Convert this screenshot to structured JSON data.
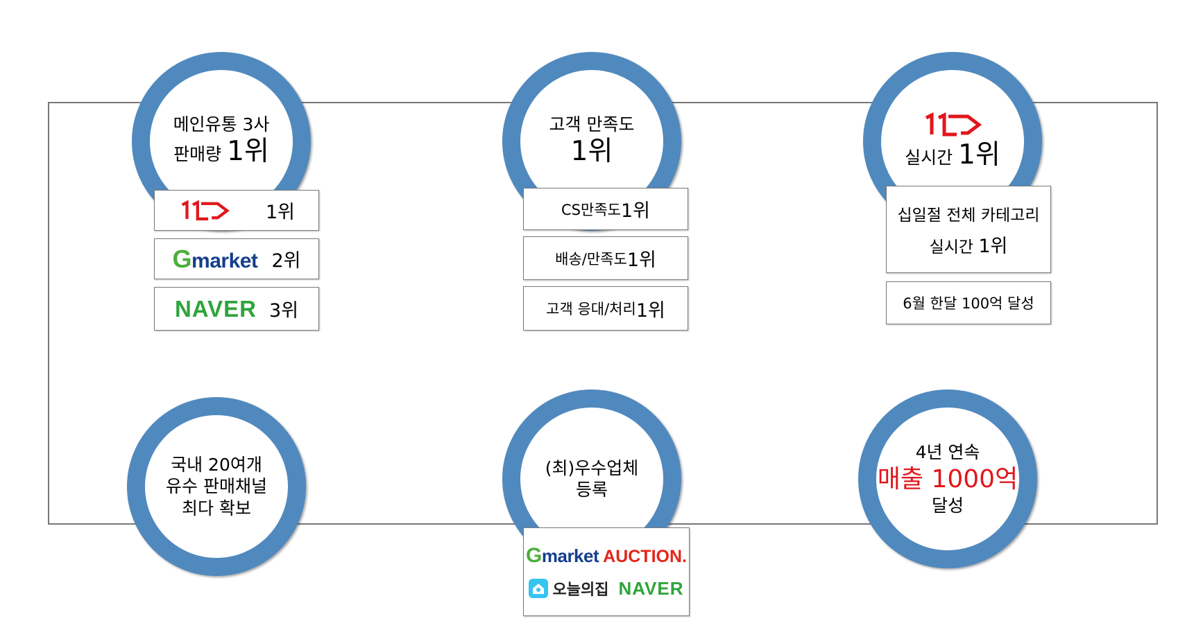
{
  "circles": {
    "c1": {
      "line1": "메인유통 3사",
      "line2a": "판매량 ",
      "line2b": "1위"
    },
    "c2": {
      "line1": "고객 만족도",
      "line2": "1위"
    },
    "c3": {
      "logo": "11st-logo",
      "line2a": "실시간 ",
      "line2b": "1위"
    },
    "c4": {
      "line1": "국내 20여개",
      "line2": "유수 판매채널",
      "line3": "최다 확보"
    },
    "c5": {
      "line1": "(최)우수업체",
      "line2": "등록"
    },
    "c6": {
      "line1": "4년 연속",
      "line2": "매출 1000억",
      "line3": "달성"
    }
  },
  "rank_boxes": [
    {
      "logo": "11st-logo",
      "rank": "1위"
    },
    {
      "logo_text": "Gmarket",
      "rank": "2위"
    },
    {
      "logo_text": "NAVER",
      "rank": "3위"
    }
  ],
  "cs_boxes": [
    {
      "label": "CS만족도 ",
      "rank": "1위"
    },
    {
      "label": "배송/만족도 ",
      "rank": "1위"
    },
    {
      "label": "고객 응대/처리 ",
      "rank": "1위"
    }
  ],
  "realtime_box": {
    "line1": "십일절 전체 카테고리",
    "line2a": "실시간 ",
    "line2b": "1위"
  },
  "sales_box": {
    "label": "6월 한달 100억 달성"
  },
  "partner_logos": {
    "gmarket": "Gmarket",
    "auction": "AUCTION.",
    "ohouse": "오늘의집",
    "naver": "NAVER"
  },
  "colors": {
    "ring": "#5089be",
    "red": "#e1161c",
    "naver_green": "#2ea43b",
    "gmarket_blue": "#153e8c",
    "gmarket_green": "#4caf3d"
  }
}
